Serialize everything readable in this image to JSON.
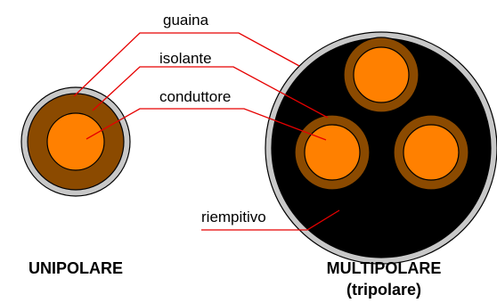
{
  "labels": {
    "guaina": "guaina",
    "isolante": "isolante",
    "conduttore": "conduttore",
    "riempitivo": "riempitivo"
  },
  "captions": {
    "unipolar": "UNIPOLARE",
    "multipolar_line1": "MULTIPOLARE",
    "multipolar_line2": "(tripolare)"
  },
  "colors": {
    "sheath": "#c8c8c8",
    "filler": "#000000",
    "insulation": "#8b4a00",
    "conductor": "#ff8000",
    "leader": "#e60000",
    "outline": "#000000"
  }
}
